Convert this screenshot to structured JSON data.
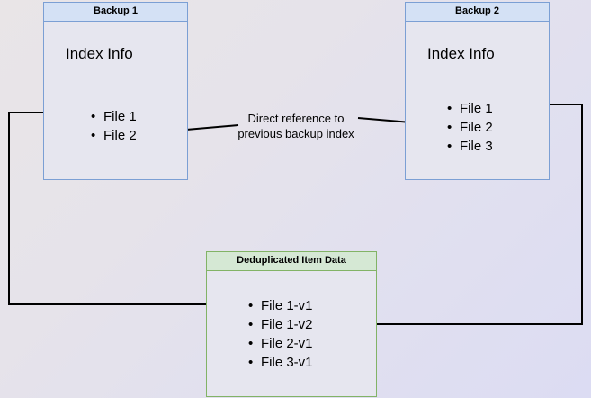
{
  "diagram": {
    "title_hidden": "",
    "colors": {
      "blue_border": "#7b9fd4",
      "blue_header_fill": "#d4e1f5",
      "green_border": "#82b366",
      "green_header_fill": "#d5e8d4",
      "body_fill": "#e6e6ef",
      "arrow": "#000000",
      "background_start": "#e9e5e7",
      "background_end": "#dcdcf3"
    },
    "backup1": {
      "header": "Backup 1",
      "index_label": "Index Info",
      "files": [
        {
          "label": "File 1"
        },
        {
          "label": "File 2"
        }
      ]
    },
    "backup2": {
      "header": "Backup 2",
      "index_label": "Index Info",
      "files": [
        {
          "label": "File 1"
        },
        {
          "label": "File 2"
        },
        {
          "label": "File 3"
        }
      ]
    },
    "dedup": {
      "header": "Deduplicated Item Data",
      "files": [
        {
          "label": "File 1-v1"
        },
        {
          "label": "File 1-v2"
        },
        {
          "label": "File 2-v1"
        },
        {
          "label": "File 3-v1"
        }
      ]
    },
    "caption": {
      "line1": "Direct reference to",
      "line2": "previous backup index"
    }
  }
}
